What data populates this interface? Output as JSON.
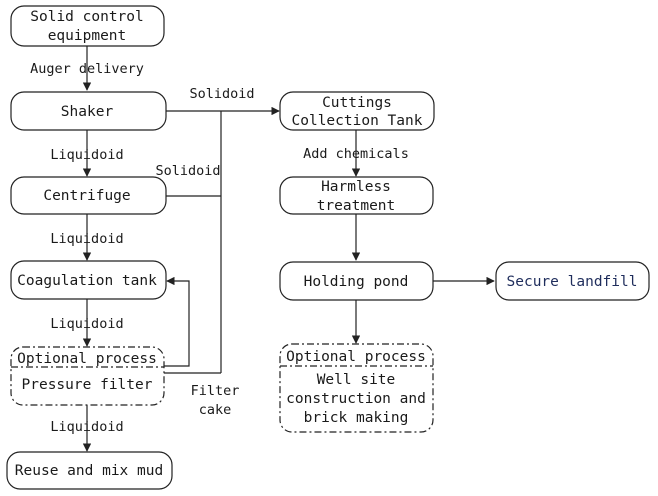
{
  "nodes": {
    "solid_control": [
      "Solid  control",
      "equipment"
    ],
    "shaker": [
      "Shaker"
    ],
    "centrifuge": [
      "Centrifuge"
    ],
    "coagulation": [
      "Coagulation  tank"
    ],
    "pressure_filter_header": "Optional process",
    "pressure_filter": [
      "Pressure  filter"
    ],
    "reuse": [
      "Reuse and mix  mud"
    ],
    "cuttings_tank": [
      "Cuttings",
      "Collection Tank"
    ],
    "harmless": [
      "Harmless",
      "treatment"
    ],
    "holding_pond": [
      "Holding pond"
    ],
    "secure_landfill": [
      "Secure landfill"
    ],
    "well_site_header": "Optional process",
    "well_site": [
      "Well site",
      "construction and",
      "brick making"
    ]
  },
  "edges": {
    "auger_delivery": "Auger delivery",
    "liquidoid_1": "Liquidoid",
    "liquidoid_2": "Liquidoid",
    "liquidoid_3": "Liquidoid",
    "liquidoid_4": "Liquidoid",
    "solidoid_1": "Solidoid",
    "solidoid_2": "Solidoid",
    "filter_cake": [
      "Filter",
      "cake"
    ],
    "add_chemicals": "Add chemicals"
  },
  "colors": {
    "stroke": "#222222",
    "text": "#1a1a1a",
    "accent": "#1f2d5c"
  }
}
